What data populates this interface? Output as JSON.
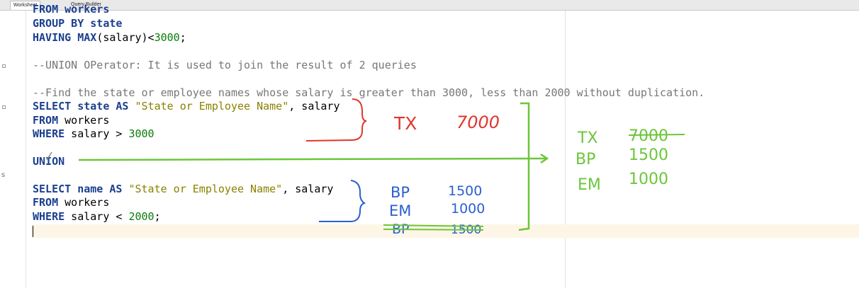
{
  "tabs": {
    "worksheet": "Worksheet",
    "query_builder": "Query Builder"
  },
  "editor": {
    "l0": "FROM workers",
    "l1_kw": "GROUP BY state",
    "l2_kw_a": "HAVING MAX",
    "l2_text": "(salary)<",
    "l2_num": "3000",
    "l2_end": ";",
    "l4_comment": "--UNION OPerator: It is used to join the result of 2 queries",
    "l6_comment": "--Find the state or employee names whose salary is greater than 3000, less than 2000 without duplication.",
    "l7_kw_a": "SELECT",
    "l7_text_a": "state",
    "l7_kw_b": "AS",
    "l7_str": "\"State or Employee Name\"",
    "l7_text_b": ", salary",
    "l8_kw": "FROM",
    "l8_text": " workers",
    "l9_kw": "WHERE",
    "l9_text": " salary > ",
    "l9_num": "3000",
    "l11_kw": "UNION",
    "l13_kw_a": "SELECT",
    "l13_text_a": "name",
    "l13_kw_b": "AS",
    "l13_str": "\"State or Employee Name\"",
    "l13_text_b": ", salary",
    "l14_kw": "FROM",
    "l14_text": " workers",
    "l15_kw": "WHERE",
    "l15_text": " salary < ",
    "l15_num": "2000",
    "l15_end": ";"
  },
  "annotations": {
    "red_tx": "TX",
    "red_7000": "7000",
    "blue_bp": "BP",
    "blue_1500": "1500",
    "blue_em": "EM",
    "blue_1000": "1000",
    "blue_bp_struck": "BP",
    "blue_1500_struck": "1500",
    "green_tx": "TX",
    "green_7000": "7000",
    "green_bp": "BP",
    "green_1500": "1500",
    "green_em": "EM",
    "green_1000": "1000",
    "colors": {
      "red": "#e0362c",
      "blue": "#2b5fd0",
      "green": "#6cc63a"
    }
  }
}
